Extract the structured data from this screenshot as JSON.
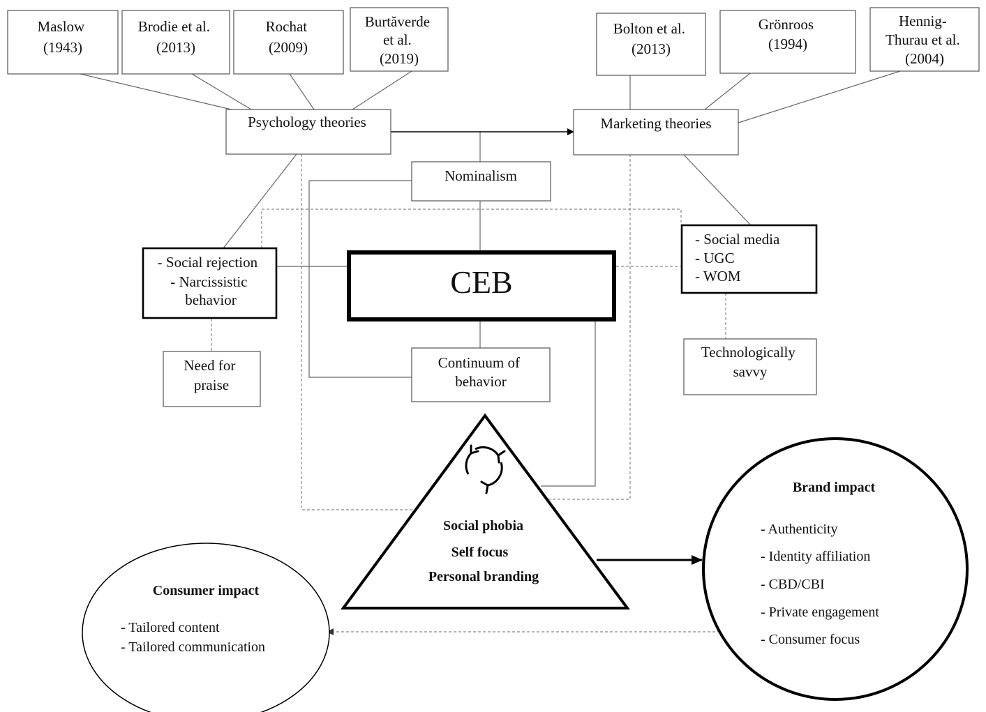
{
  "sources_psychology": [
    {
      "lines": [
        "Maslow",
        "(1943)"
      ]
    },
    {
      "lines": [
        "Brodie et al.",
        "(2013)"
      ]
    },
    {
      "lines": [
        "Rochat",
        "(2009)"
      ]
    },
    {
      "lines": [
        "Burtăverde",
        "et al.",
        "(2019)"
      ]
    }
  ],
  "sources_marketing": [
    {
      "lines": [
        "Bolton et al.",
        "(2013)"
      ]
    },
    {
      "lines": [
        "Grönroos",
        "(1994)"
      ]
    },
    {
      "lines": [
        "Hennig-",
        "Thurau et al.",
        "(2004)"
      ]
    }
  ],
  "psychology_theories": "Psychology theories",
  "marketing_theories": "Marketing theories",
  "nominalism": "Nominalism",
  "ceb": "CEB",
  "continuum": [
    "Continuum of",
    "behavior"
  ],
  "psych_factors": [
    "- Social rejection",
    "- Narcissistic",
    "behavior"
  ],
  "need_for_praise": [
    "Need for",
    "praise"
  ],
  "marketing_factors": [
    "- Social media",
    "- UGC",
    "- WOM"
  ],
  "tech_savvy": [
    "Technologically",
    "savvy"
  ],
  "pyramid": {
    "icon": "cycle-arrows-icon",
    "lines": [
      "Social phobia",
      "Self focus",
      "Personal branding"
    ]
  },
  "consumer_impact": {
    "title": "Consumer impact",
    "items": [
      "- Tailored content",
      "- Tailored communication"
    ]
  },
  "brand_impact": {
    "title": "Brand impact",
    "items": [
      "- Authenticity",
      "- Identity affiliation",
      "- CBD/CBI",
      "- Private engagement",
      "- Consumer focus"
    ]
  }
}
